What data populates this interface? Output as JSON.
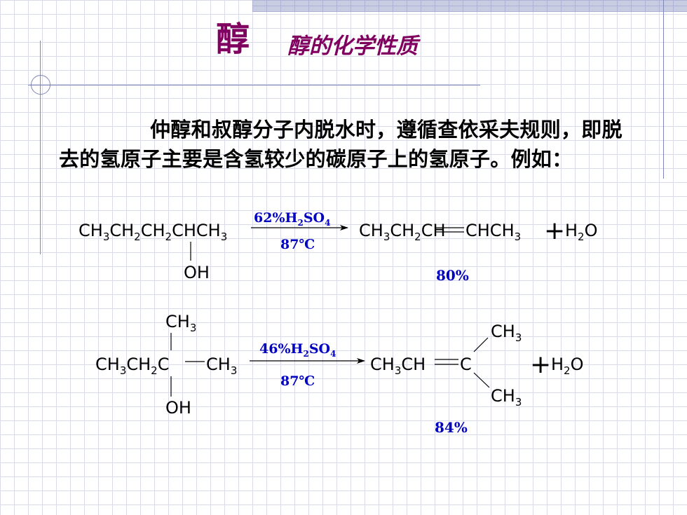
{
  "slide": {
    "title_main": "醇",
    "title_sub": "醇的化学性质",
    "paragraph": "仲醇和叔醇分子内脱水时，遵循查依采夫规则，即脱去的氢原子主要是含氢较少的碳原子上的氢原子。例如："
  },
  "reaction1": {
    "reactant_oh": "OH",
    "condition_top": "62%H2SO4",
    "condition_bottom": "87℃",
    "yield": "80%",
    "byproduct": "H2O"
  },
  "reaction2": {
    "reactant_top_ch3": "CH3",
    "reactant_oh": "OH",
    "condition_top": "46%H2SO4",
    "condition_bottom": "87℃",
    "product_top_ch3": "CH3",
    "product_bottom_ch3": "CH3",
    "yield": "84%",
    "byproduct": "H2O"
  },
  "colors": {
    "title": "#800060",
    "condition_text": "#0000c0",
    "grid_line": "#d9dce8",
    "accent_line": "#7f86b8"
  }
}
